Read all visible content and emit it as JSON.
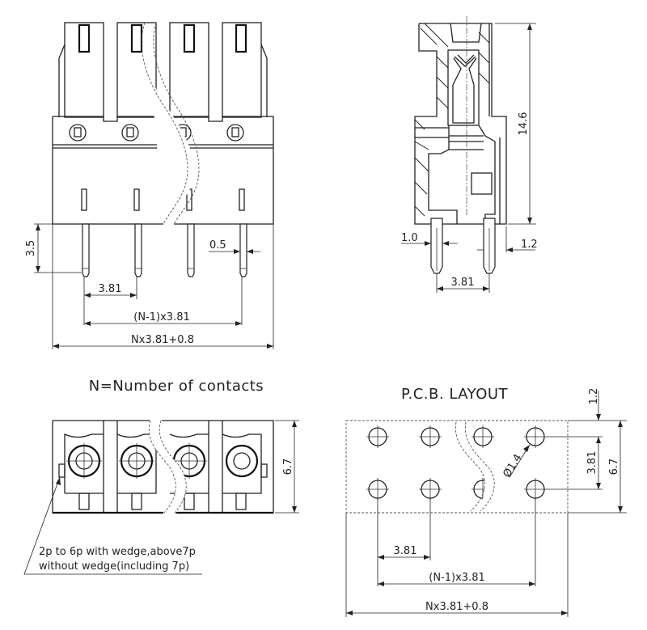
{
  "front_view": {
    "dim_pin_length": "3.5",
    "dim_pin_width": "0.5",
    "dim_pitch": "3.81",
    "dim_span": "(N-1)x3.81",
    "dim_total": "Nx3.81+0.8"
  },
  "side_view": {
    "dim_height": "14.6",
    "dim_pin_thickness": "1.0",
    "dim_offset": "1.2",
    "dim_pitch": "3.81"
  },
  "notes": {
    "contacts_definition": "N=Number of contacts",
    "wedge_note_line1": "2p to 6p with wedge,above7p",
    "wedge_note_line2": "without wedge(including 7p)"
  },
  "top_view": {
    "dim_depth": "6.7"
  },
  "pcb_layout": {
    "title": "P.C.B. LAYOUT",
    "dim_edge_offset": "1.2",
    "dim_row_pitch": "3.81",
    "dim_depth": "6.7",
    "dim_hole_diameter": "Ø1.4",
    "dim_pitch": "3.81",
    "dim_span": "(N-1)x3.81",
    "dim_total": "Nx3.81+0.8"
  }
}
